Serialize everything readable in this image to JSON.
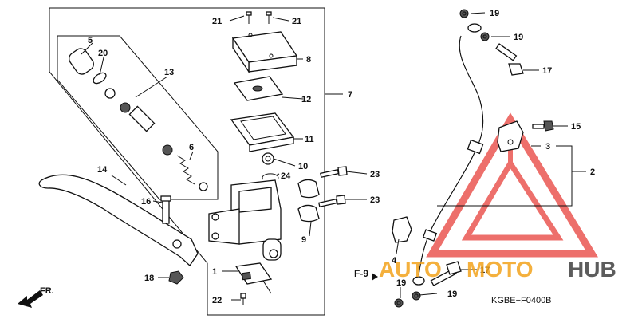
{
  "diagram": {
    "callouts": {
      "c1": "1",
      "c2": "2",
      "c3": "3",
      "c4": "4",
      "c5": "5",
      "c6": "6",
      "c7": "7",
      "c8": "8",
      "c9": "9",
      "c10": "10",
      "c11": "11",
      "c12": "12",
      "c13": "13",
      "c14": "14",
      "c15": "15",
      "c16": "16",
      "c17a": "17",
      "c17b": "17",
      "c18": "18",
      "c19a": "19",
      "c19b": "19",
      "c19c": "19",
      "c19d": "19",
      "c20": "20",
      "c21a": "21",
      "c21b": "21",
      "c22": "22",
      "c23a": "23",
      "c23b": "23",
      "c24": "24"
    },
    "ref_label": "F-9",
    "direction_label": "FR.",
    "part_code": "KGBE−F0400B"
  },
  "watermark": {
    "text_part1": "AUTO",
    "text_part2": "MOTO",
    "text_part3": "HUB",
    "colors": {
      "red": "#e8403a",
      "orange": "#f2a21b",
      "gray": "#4a4a4a"
    }
  }
}
